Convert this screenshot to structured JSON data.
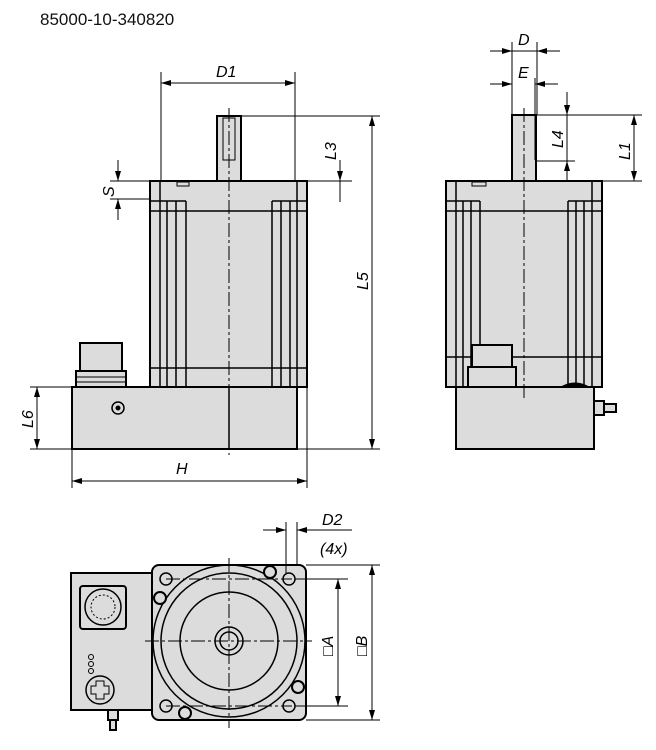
{
  "title": "85000-10-340820",
  "dimensions": {
    "D1": "D1",
    "S": "S",
    "L3": "L3",
    "L5": "L5",
    "L6": "L6",
    "H": "H",
    "D": "D",
    "E": "E",
    "L4": "L4",
    "L1": "L1",
    "D2": "D2",
    "D2_count": "(4x)",
    "A": "□A",
    "B": "□B"
  },
  "colors": {
    "fill": "#dcdcdc",
    "line": "#000000"
  }
}
